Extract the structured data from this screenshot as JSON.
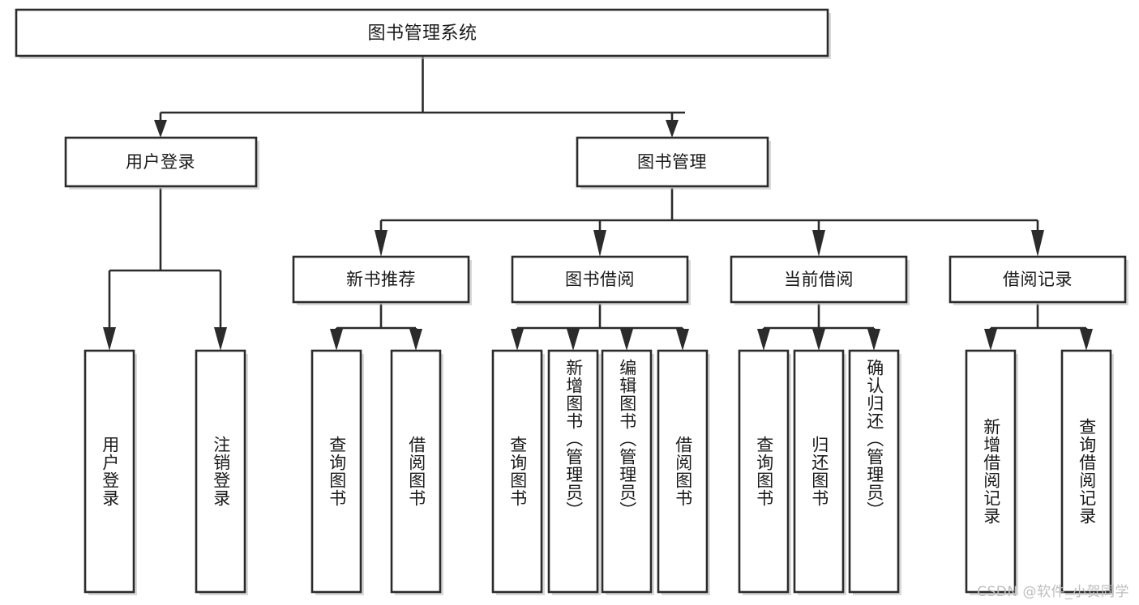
{
  "diagram": {
    "title": "图书管理系统",
    "watermark": "CSDN @软件_小贺同学",
    "type": "tree-hierarchy",
    "orientation": "top-down",
    "colors": {
      "stroke": "#2b2b2b",
      "fill": "#ffffff",
      "text": "#1a1a1a",
      "watermark": "#bdbdbd",
      "background": "#ffffff"
    },
    "root": {
      "id": "root",
      "label": "图书管理系统",
      "level": 0,
      "orientation": "horizontal"
    },
    "level2": [
      {
        "id": "user-login",
        "label": "用户登录",
        "level": 1,
        "orientation": "horizontal"
      },
      {
        "id": "book-manage",
        "label": "图书管理",
        "level": 1,
        "orientation": "horizontal"
      }
    ],
    "level3": [
      {
        "id": "new-book-recommend",
        "label": "新书推荐",
        "level": 2,
        "orientation": "horizontal",
        "parent": "book-manage"
      },
      {
        "id": "book-borrow",
        "label": "图书借阅",
        "level": 2,
        "orientation": "horizontal",
        "parent": "book-manage"
      },
      {
        "id": "current-borrow",
        "label": "当前借阅",
        "level": 2,
        "orientation": "horizontal",
        "parent": "book-manage"
      },
      {
        "id": "borrow-record",
        "label": "借阅记录",
        "level": 2,
        "orientation": "horizontal",
        "parent": "borrow-record-group"
      }
    ],
    "leaves": [
      {
        "id": "leaf-user-login",
        "label": "用户登录",
        "parent": "user-login",
        "orientation": "vertical"
      },
      {
        "id": "leaf-user-logout",
        "label": "注销登录",
        "parent": "user-login",
        "orientation": "vertical"
      },
      {
        "id": "leaf-rec-query-book",
        "label": "查询图书",
        "parent": "new-book-recommend",
        "orientation": "vertical"
      },
      {
        "id": "leaf-rec-borrow-book",
        "label": "借阅图书",
        "parent": "new-book-recommend",
        "orientation": "vertical"
      },
      {
        "id": "leaf-borrow-query-book",
        "label": "查询图书",
        "parent": "book-borrow",
        "orientation": "vertical"
      },
      {
        "id": "leaf-borrow-add-book",
        "label": "新增图书（管理员）",
        "parent": "book-borrow",
        "orientation": "vertical"
      },
      {
        "id": "leaf-borrow-edit-book",
        "label": "编辑图书（管理员）",
        "parent": "book-borrow",
        "orientation": "vertical"
      },
      {
        "id": "leaf-borrow-borrow-book",
        "label": "借阅图书",
        "parent": "book-borrow",
        "orientation": "vertical"
      },
      {
        "id": "leaf-cur-query-book",
        "label": "查询图书",
        "parent": "current-borrow",
        "orientation": "vertical"
      },
      {
        "id": "leaf-cur-return-book",
        "label": "归还图书",
        "parent": "current-borrow",
        "orientation": "vertical"
      },
      {
        "id": "leaf-cur-confirm-return",
        "label": "确认归还（管理员）",
        "parent": "current-borrow",
        "orientation": "vertical"
      },
      {
        "id": "leaf-rec-add-record",
        "label": "新增借阅记录",
        "parent": "borrow-record",
        "orientation": "vertical"
      },
      {
        "id": "leaf-rec-query-record",
        "label": "查询借阅记录",
        "parent": "borrow-record",
        "orientation": "vertical"
      }
    ]
  }
}
